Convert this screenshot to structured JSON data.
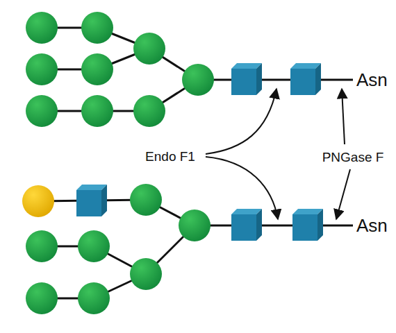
{
  "diagram": {
    "labels": [
      "Asn",
      "Endo F1",
      "PNGase F",
      "Asn"
    ]
  }
}
